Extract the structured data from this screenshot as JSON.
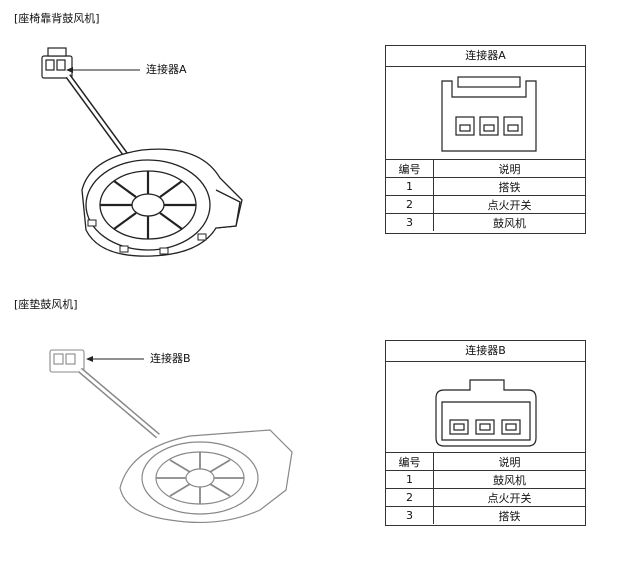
{
  "sections": [
    {
      "title": "[座椅靠背鼓风机]",
      "callout": "连接器A",
      "connector": {
        "title": "连接器A",
        "header": {
          "no": "编号",
          "desc": "说明"
        },
        "pins": [
          {
            "no": "1",
            "desc": "搭铁"
          },
          {
            "no": "2",
            "desc": "点火开关"
          },
          {
            "no": "3",
            "desc": "鼓风机"
          }
        ]
      }
    },
    {
      "title": "[座垫鼓风机]",
      "callout": "连接器B",
      "connector": {
        "title": "连接器B",
        "header": {
          "no": "编号",
          "desc": "说明"
        },
        "pins": [
          {
            "no": "1",
            "desc": "鼓风机"
          },
          {
            "no": "2",
            "desc": "点火开关"
          },
          {
            "no": "3",
            "desc": "搭铁"
          }
        ]
      }
    }
  ]
}
